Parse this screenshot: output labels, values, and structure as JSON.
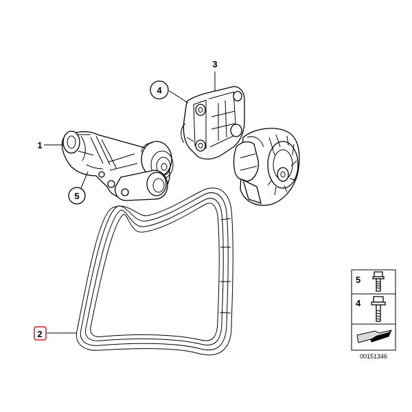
{
  "callouts": {
    "c1": "1",
    "c2": "2",
    "c3": "3",
    "c4": "4",
    "c5": "5"
  },
  "legend": {
    "item_top": "5",
    "item_bottom": "4"
  },
  "diagram_number": "00151346",
  "colors": {
    "line": "#000000",
    "highlight": "#e0161e",
    "background": "#ffffff"
  }
}
